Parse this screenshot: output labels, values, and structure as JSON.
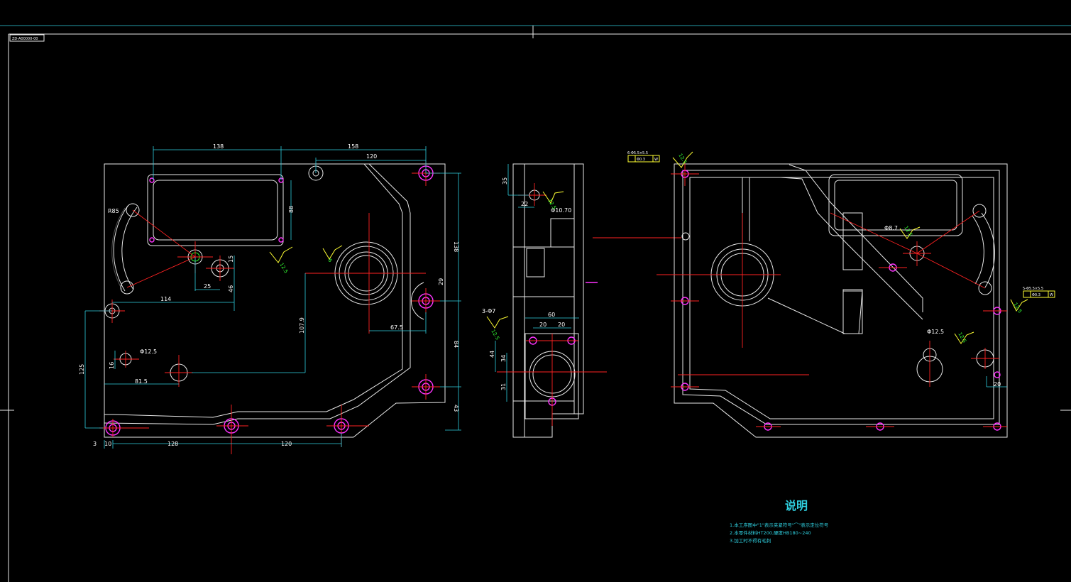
{
  "title_block": {
    "tag": "ZD-A00000-00"
  },
  "front_view": {
    "dims": {
      "d138_top": "138",
      "d158": "158",
      "d120_top": "120",
      "d88": "88",
      "d138_right": "138",
      "d29": "29",
      "d84": "84",
      "d43": "43",
      "d114": "114",
      "d25": "25",
      "d46": "46",
      "d15": "15",
      "d107_9": "107.9",
      "d67_5": "67.5",
      "d125": "125",
      "d16": "16",
      "d81_5": "81.5",
      "d128": "128",
      "d120_bot": "120",
      "d3": "3",
      "d10": "10",
      "r85": "R85",
      "phi12_5": "Φ12.5",
      "ra12_5": "12.5",
      "ra6": "6"
    }
  },
  "side_view": {
    "dims": {
      "d35": "35",
      "d22": "22",
      "d60": "60",
      "d20a": "20",
      "d20b": "20",
      "d44": "44",
      "d34": "34",
      "d31": "31",
      "phi10": "Φ10.70",
      "holes": "3-Φ7",
      "ra12_5a": "12.5",
      "ra12_5b": "12.5"
    }
  },
  "rear_view": {
    "dims": {
      "phi12_5": "Φ12.5",
      "phi8_7": "Φ8.7",
      "d20": "20",
      "ra12_5a": "12.5",
      "ra12_5b": "12.5",
      "ra12_5c": "12.5",
      "ra12_5d": "12.5"
    },
    "tol_frames": [
      {
        "label": "6-Φ5.5×5.5",
        "tol": "Φ0.3",
        "datum": "W"
      },
      {
        "label": "5-Φ5.5×5.5",
        "tol": "Φ0.3",
        "datum": "W"
      }
    ]
  },
  "notes": {
    "title": "说明",
    "items": [
      "1.本工序图中\"1\"表示夹紧符号\"⌒\"表示定位符号",
      "2.本零件材料HT200,硬度HB180~240",
      "3.加工时不得有毛刺"
    ]
  }
}
